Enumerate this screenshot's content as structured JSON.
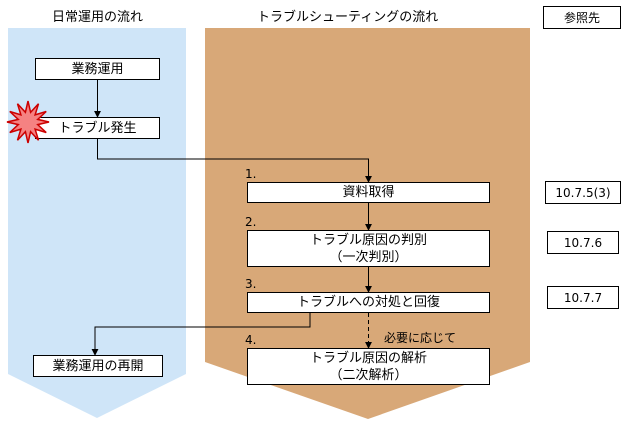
{
  "flows": {
    "daily": {
      "title": "日常運用の流れ",
      "boxes": {
        "operation": "業務運用",
        "trouble": "トラブル発生",
        "resume": "業務運用の再開"
      }
    },
    "troubleshooting": {
      "title": "トラブルシューティングの流れ",
      "steps": [
        {
          "num": "1.",
          "line1": "資料取得"
        },
        {
          "num": "2.",
          "line1": "トラブル原因の判別",
          "line2": "（一次判別）"
        },
        {
          "num": "3.",
          "line1": "トラブルへの対処と回復"
        },
        {
          "num": "4.",
          "line1": "トラブル原因の解析",
          "line2": "（二次解析）"
        }
      ],
      "conditional_note": "必要に応じて"
    },
    "references": {
      "header": "参照先",
      "items": [
        "10.7.5(3)",
        "10.7.6",
        "10.7.7"
      ]
    }
  },
  "colors": {
    "daily_flow_bg": "#cfe5f8",
    "troubleshooting_flow_bg": "#d8a878",
    "starburst_fill": "#f58282"
  }
}
